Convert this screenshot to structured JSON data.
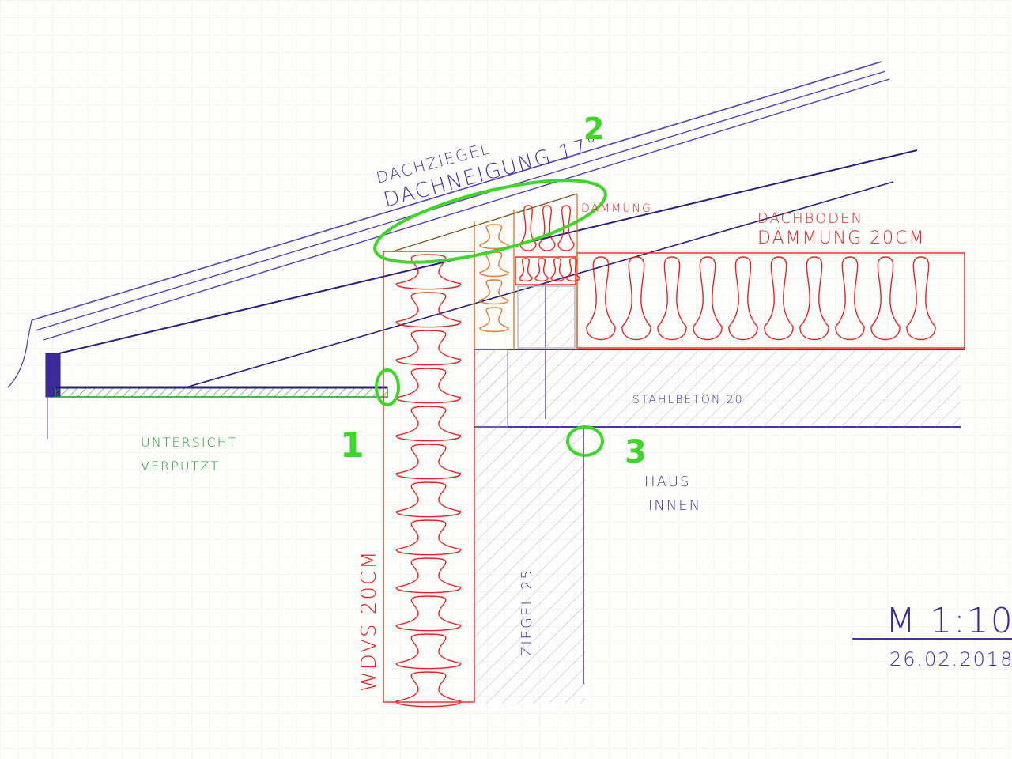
{
  "title": "Detail Traufe",
  "labels": {
    "roof_tiles": "DACHZIEGEL",
    "roof_pitch": "DACHNEIGUNG 17°",
    "marker_2": "2",
    "insulation_small": "DÄMMUNG",
    "attic_1": "DACHBODEN",
    "attic_2": "DÄMMUNG 20CM",
    "concrete": "STAHLBETON 20",
    "soffit_1": "UNTERSICHT",
    "soffit_2": "VERPUTZT",
    "marker_1": "1",
    "marker_3": "3",
    "inside_1": "HAUS",
    "inside_2": "INNEN",
    "wdvs": "WDVS 20CM",
    "brick": "ZIEGEL 25",
    "scale": "M 1:10",
    "date": "26.02.2018"
  },
  "colors": {
    "ink_blue": "#4b2fa8",
    "ink_dark": "#2a1f7a",
    "ink_red": "#e8231f",
    "ink_green": "#3fd62a",
    "ink_green_dark": "#1b9a2a",
    "ink_orange": "#e8782a",
    "grid": "#ecebe6"
  }
}
